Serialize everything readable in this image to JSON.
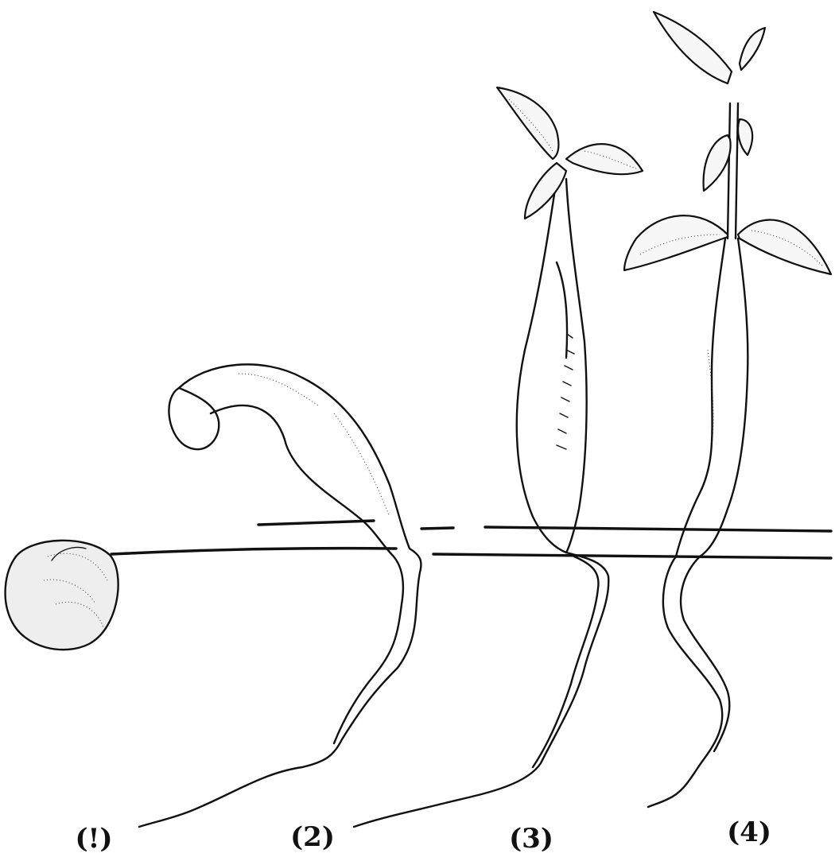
{
  "figure": {
    "stage_labels": [
      "(!)",
      "(2)",
      "(3)",
      "(4)"
    ]
  }
}
